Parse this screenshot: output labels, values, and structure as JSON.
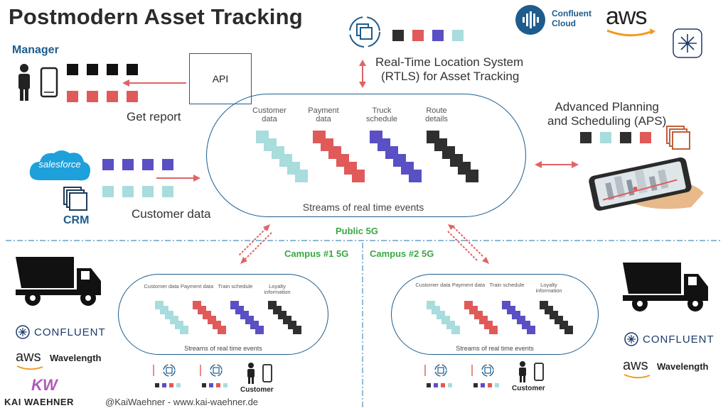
{
  "title": "Postmodern Asset Tracking",
  "manager": {
    "label": "Manager",
    "get_report": "Get report"
  },
  "api": {
    "label": "API"
  },
  "rtls": {
    "line1": "Real-Time Location System",
    "line2": "(RTLS) for Asset Tracking"
  },
  "aps": {
    "line1": "Advanced Planning",
    "line2": "and Scheduling (APS)"
  },
  "crm": {
    "label": "CRM",
    "customer_data": "Customer data",
    "salesforce": "salesforce"
  },
  "central": {
    "streams": [
      "Customer data",
      "Payment data",
      "Truck schedule",
      "Route details"
    ],
    "caption": "Streams of real time events"
  },
  "network": {
    "public": "Public 5G",
    "campus1": "Campus #1 5G",
    "campus2": "Campus #2 5G"
  },
  "campus_streams": [
    "Customer data",
    "Payment data",
    "Train schedule",
    "Loyalty information"
  ],
  "campus_caption": "Streams of real time events",
  "customer_label": "Customer",
  "brands": {
    "confluent_cloud_1": "Confluent",
    "confluent_cloud_2": "Cloud",
    "aws": "aws",
    "confluent": "CONFLUENT",
    "wavelength": "Wavelength",
    "kw": "KW",
    "kai": "KAI WAEHNER"
  },
  "footer": "@KaiWaehner - www.kai-waehner.de",
  "colors": {
    "black": "#2f2f2f",
    "red": "#e05a5a",
    "blue": "#5b4fc4",
    "teal": "#a9dcdc",
    "line": "#1d5c8c",
    "arrow": "#e06464",
    "green": "#3aa845"
  }
}
